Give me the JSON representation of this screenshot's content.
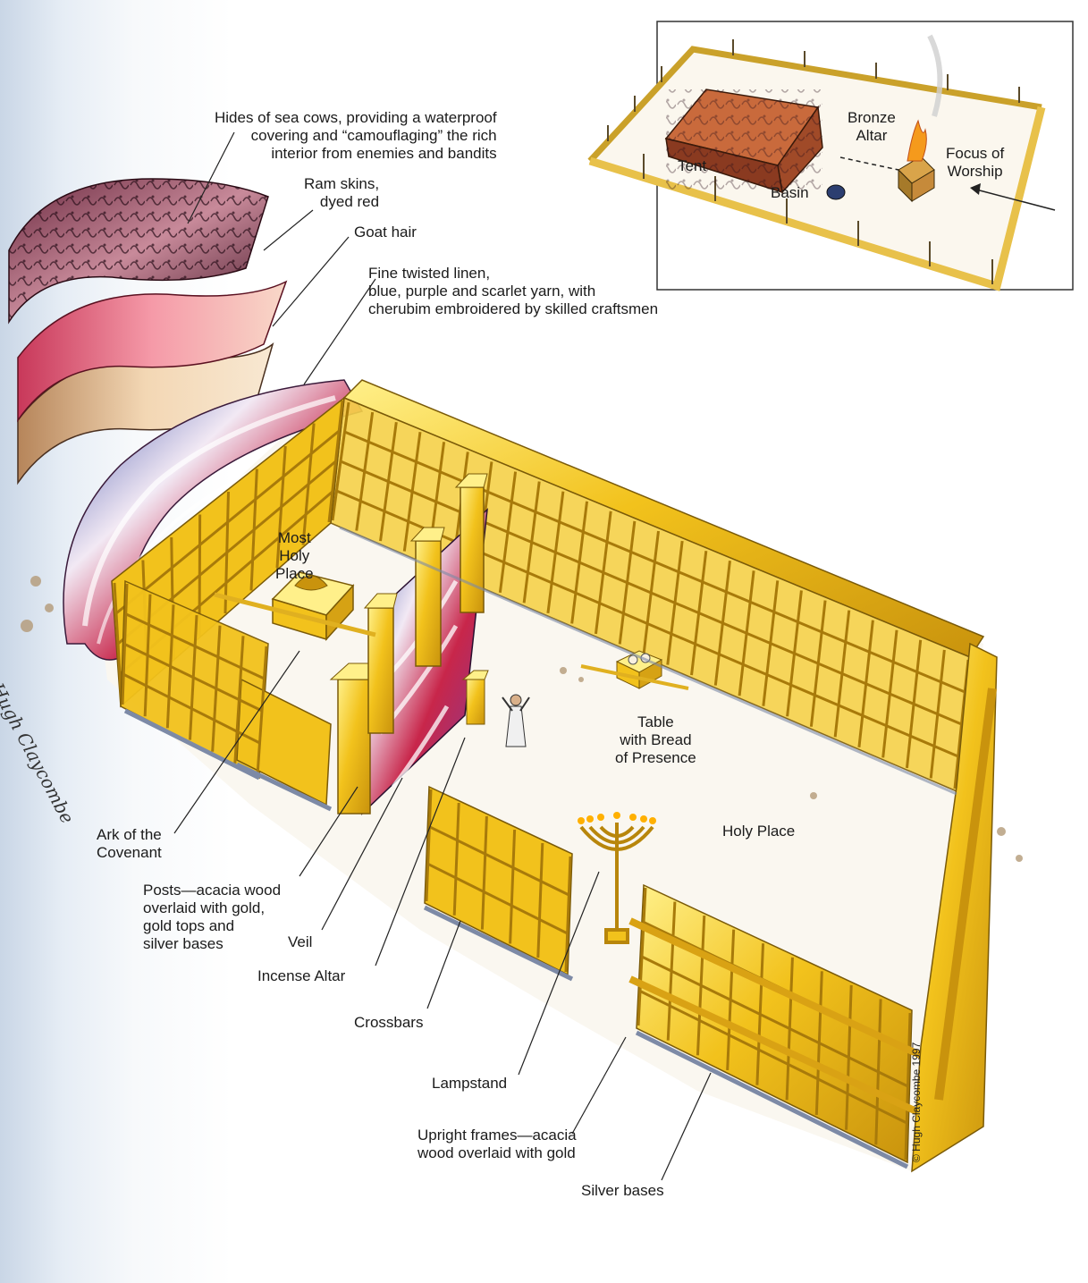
{
  "labels": {
    "hides": "Hides of sea cows, providing a waterproof\ncovering and “camouflaging” the rich\ninterior from enemies and bandits",
    "ram_skins": "Ram skins,\ndyed red",
    "goat_hair": "Goat hair",
    "linen": "Fine twisted linen,\nblue, purple and scarlet yarn, with\ncherubim embroidered by skilled craftsmen",
    "most_holy_place": "Most\nHoly\nPlace",
    "holy_place": "Holy Place",
    "table": "Table\nwith Bread\nof Presence",
    "ark": "Ark of the\nCovenant",
    "posts": "Posts—acacia wood\noverlaid with gold,\ngold tops and\nsilver bases",
    "veil": "Veil",
    "incense_altar": "Incense Altar",
    "crossbars": "Crossbars",
    "lampstand": "Lampstand",
    "upright_frames": "Upright frames—acacia\nwood overlaid with gold",
    "silver_bases": "Silver bases"
  },
  "inset": {
    "tent": "Tent",
    "bronze_altar": "Bronze\nAltar",
    "focus": "Focus of\nWorship",
    "basin": "Basin"
  },
  "credit": "© Hugh Claycombe 1997",
  "signature": "Hugh Claycombe",
  "colors": {
    "gold": "#f2c21c",
    "gold_dark": "#b8860b",
    "gold_light": "#fff08a",
    "silver": "#8a98b0",
    "red_skin": "#e9637a",
    "sea_cow": "#8b3a52",
    "veil_blue": "#3d4fa8",
    "veil_red": "#c8264a"
  }
}
